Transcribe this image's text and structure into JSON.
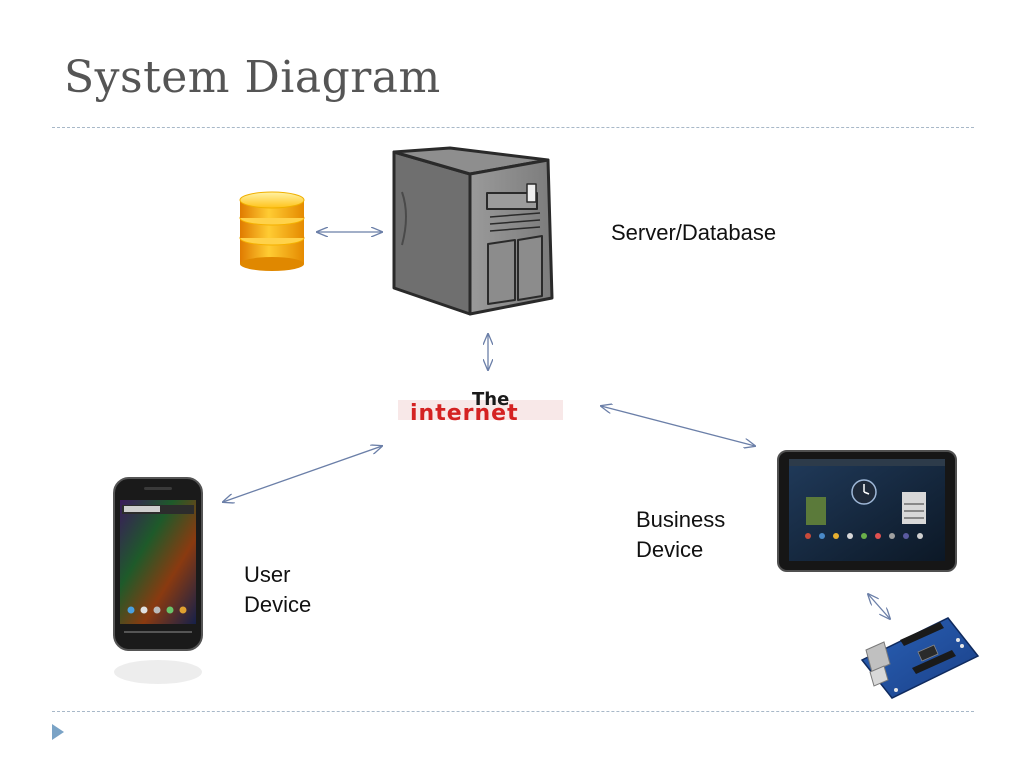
{
  "slide": {
    "title": "System Diagram"
  },
  "labels": {
    "server": "Server/Database",
    "business_line1": "Business",
    "business_line2": "Device",
    "user_line1": "User",
    "user_line2": "Device"
  },
  "logo": {
    "the": "The",
    "internet": "internet"
  },
  "colors": {
    "connector": "#6b7fa8",
    "rule": "#a8b8c8",
    "nav_arrow": "#7aa3c6",
    "title": "#555555",
    "logo_red": "#d42222"
  },
  "nodes": [
    {
      "id": "database",
      "icon": "database-icon"
    },
    {
      "id": "server",
      "icon": "server-tower-icon"
    },
    {
      "id": "internet",
      "icon": "internet-logo"
    },
    {
      "id": "user-device",
      "icon": "smartphone-icon"
    },
    {
      "id": "business-device",
      "icon": "tablet-icon"
    },
    {
      "id": "microcontroller",
      "icon": "circuit-board-icon"
    }
  ],
  "edges": [
    {
      "from": "database",
      "to": "server",
      "direction": "both"
    },
    {
      "from": "server",
      "to": "internet",
      "direction": "both"
    },
    {
      "from": "internet",
      "to": "user-device",
      "direction": "both"
    },
    {
      "from": "internet",
      "to": "business-device",
      "direction": "both"
    },
    {
      "from": "business-device",
      "to": "microcontroller",
      "direction": "both"
    }
  ]
}
